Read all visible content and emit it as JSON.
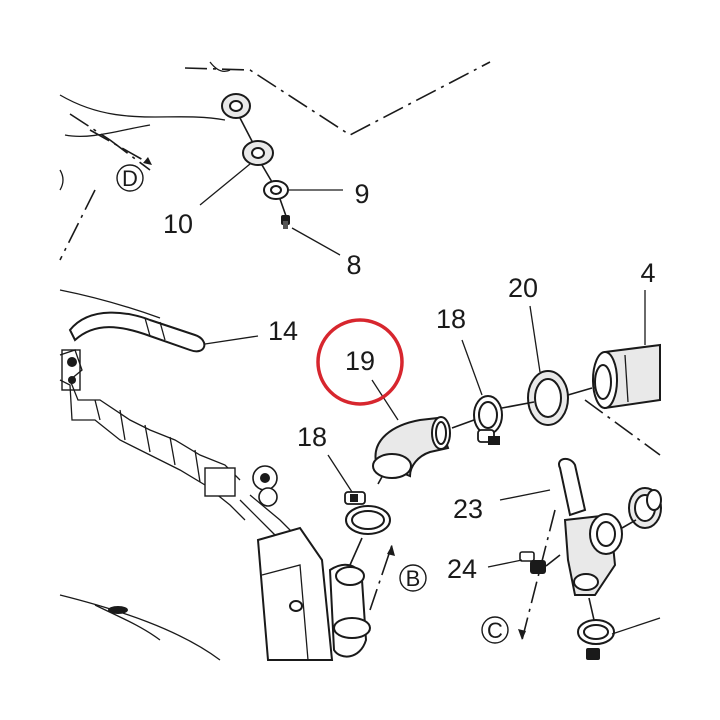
{
  "labels": {
    "p4": "4",
    "p8": "8",
    "p9": "9",
    "p10": "10",
    "p14": "14",
    "p18a": "18",
    "p18b": "18",
    "p19": "19",
    "p20": "20",
    "p23": "23",
    "p24": "24"
  },
  "views": {
    "b": "B",
    "c": "C",
    "d": "D"
  },
  "highlight": {
    "color": "#d7262e"
  }
}
